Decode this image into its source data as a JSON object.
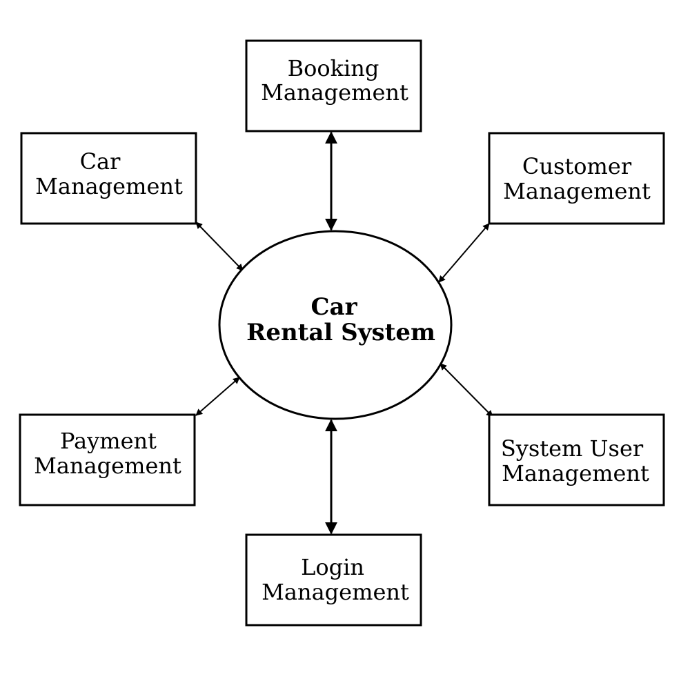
{
  "center": {
    "line1": "Car",
    "line2": "Rental System"
  },
  "nodes": {
    "booking": {
      "line1": "Booking",
      "line2": "Management"
    },
    "car": {
      "line1": "Car",
      "line2": "Management"
    },
    "customer": {
      "line1": "Customer",
      "line2": "Management"
    },
    "payment": {
      "line1": "Payment",
      "line2": "Management"
    },
    "system_user": {
      "line1": "System User",
      "line2": "Management"
    },
    "login": {
      "line1": "Login",
      "line2": "Management"
    }
  }
}
